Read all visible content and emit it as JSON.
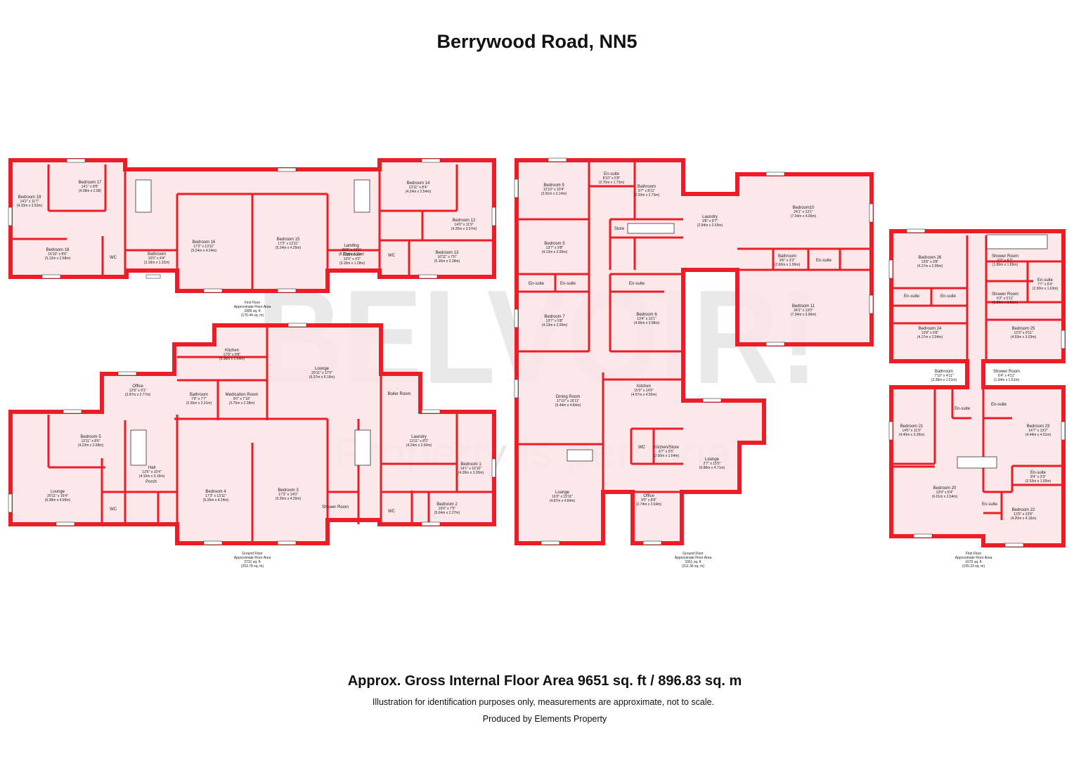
{
  "title": "Berrywood Road, NN5",
  "watermark": {
    "brand": "BELVOIR!",
    "tagline": "Property is personal"
  },
  "footer": {
    "area": "Approx. Gross Internal Floor Area 9651 sq. ft / 896.83 sq. m",
    "disclaimer": "Illustration for identification purposes only, measurements are approximate, not to scale.",
    "producer": "Produced by Elements Property"
  },
  "colors": {
    "wall": "#ee1c25",
    "room_fill": "#fbe4e6",
    "window": "#ffffff"
  },
  "floors": [
    {
      "id": "b1-first",
      "lines": [
        "First Floor",
        "Approximate Floor Area",
        "1899 sq. ft",
        "(176.44 sq. m)"
      ]
    },
    {
      "id": "b1-ground",
      "lines": [
        "Ground Floor",
        "Approximate Floor Area",
        "2731 sq. ft",
        "(253.78 sq. m)"
      ]
    },
    {
      "id": "b2-ground",
      "lines": [
        "Ground Floor",
        "Approximate Floor Area",
        "3351 sq. ft",
        "(311.36 sq. m)"
      ]
    },
    {
      "id": "b2-first",
      "lines": [
        "First Floor",
        "Approximate Floor Area",
        "1670 sq. ft",
        "(155.23 sq. m)"
      ]
    }
  ],
  "rooms": [
    {
      "name": "Bedroom 19",
      "dims": [
        "14'2\" x 11'7\"",
        "(4.33m x 3.52m)"
      ]
    },
    {
      "name": "Bedroom 17",
      "dims": [
        "14'1\" x 8'6\"",
        "(4.28m x 2.58)"
      ]
    },
    {
      "name": "Bedroom 18",
      "dims": [
        "16'10\" x 8'6\"",
        "(5.12m x 2.58m)"
      ]
    },
    {
      "name": "WC",
      "dims": []
    },
    {
      "name": "Bathroom",
      "dims": [
        "10'5\" x 4'4\"",
        "(3.18m x 1.32m)"
      ]
    },
    {
      "name": "Bedroom 16",
      "dims": [
        "17'2\" x 13'11\"",
        "(5.24m x 4.24m)"
      ]
    },
    {
      "name": "Bedroom 15",
      "dims": [
        "17'2\" x 13'11\"",
        "(5.24m x 4.25m)"
      ]
    },
    {
      "name": "Landing",
      "dims": [
        "28'9\" x 13'6\"",
        "(8.77m x 4.11m)"
      ]
    },
    {
      "name": "Bathroom",
      "dims": [
        "10'5\" x 4'2\"",
        "(3.18m x 1.28m)"
      ]
    },
    {
      "name": "Bedroom 14",
      "dims": [
        "13'11\" x 8'4\"",
        "(4.24m x 2.54m)"
      ]
    },
    {
      "name": "Bedroom 12",
      "dims": [
        "14'0\" x 11'9\"",
        "(4.26m x 3.57m)"
      ]
    },
    {
      "name": "WC",
      "dims": []
    },
    {
      "name": "Bedroom 13",
      "dims": [
        "16'11\" x 7'6\"",
        "(5.16m x 2.28m)"
      ]
    },
    {
      "name": "Kitchen",
      "dims": [
        "17'8\" x 8'8\"",
        "(5.38m x 2.64m)"
      ]
    },
    {
      "name": "Lounge",
      "dims": [
        "20'11\" x 17'0\"",
        "(6.37m x 5.19m)"
      ]
    },
    {
      "name": "Office",
      "dims": [
        "12'8\" x 9'1\"",
        "(3.87m x 2.77m)"
      ]
    },
    {
      "name": "Bathroom",
      "dims": [
        "7'9\" x 7'7\"",
        "(2.36m x 2.31m)"
      ]
    },
    {
      "name": "Medication Room",
      "dims": [
        "9'0\" x 7'10\"",
        "(2.75m x 2.38m)"
      ]
    },
    {
      "name": "Boiler Room",
      "dims": []
    },
    {
      "name": "Bedroom 5",
      "dims": [
        "13'11\" x 8'6\"",
        "(4.23m x 2.58m)"
      ]
    },
    {
      "name": "Lounge",
      "dims": [
        "20'11\" x 16'4\"",
        "(6.38m x 4.99m)"
      ]
    },
    {
      "name": "Hall",
      "dims": [
        "13'5\" x 10'4\"",
        "(4.10m x 3.16m)"
      ]
    },
    {
      "name": "Porch",
      "dims": []
    },
    {
      "name": "WC",
      "dims": []
    },
    {
      "name": "Bedroom 4",
      "dims": [
        "17'3\" x 13'11\"",
        "(5.26m x 4.24m)"
      ]
    },
    {
      "name": "Bedroom 3",
      "dims": [
        "17'3\" x 14'0\"",
        "(5.26m x 4.26m)"
      ]
    },
    {
      "name": "Shower Room",
      "dims": []
    },
    {
      "name": "Laundry",
      "dims": [
        "13'11\" x 8'2\"",
        "(4.24m x 2.50m)"
      ]
    },
    {
      "name": "Bedroom 1",
      "dims": [
        "14'1\" x 10'10\"",
        "(4.28m x 3.30m)"
      ]
    },
    {
      "name": "WC",
      "dims": []
    },
    {
      "name": "Bedroom 2",
      "dims": [
        "16'6\" x 7'5\"",
        "(5.04m x 2.27m)"
      ]
    },
    {
      "name": "Bedroom 9",
      "dims": [
        "12'10\" x 10'4\"",
        "(3.91m x 3.14m)"
      ]
    },
    {
      "name": "En-suite",
      "dims": [
        "8'10\" x 5'8\"",
        "(2.70m x 1.73m)"
      ]
    },
    {
      "name": "Bathroom",
      "dims": [
        "9'7\" x 8'11\"",
        "(2.93m x 2.73m)"
      ]
    },
    {
      "name": "Store",
      "dims": []
    },
    {
      "name": "Bedroom 5",
      "dims": [
        "13'7\" x 9'8\"",
        "(4.13m x 2.95m)"
      ]
    },
    {
      "name": "En-suite",
      "dims": []
    },
    {
      "name": "En-suite",
      "dims": []
    },
    {
      "name": "Bedroom 7",
      "dims": [
        "13'7\" x 9'8\"",
        "(4.13m x 2.95m)"
      ]
    },
    {
      "name": "Laundry",
      "dims": [
        "9'8\" x 9'7\"",
        "(2.94m x 2.93m)"
      ]
    },
    {
      "name": "Bedroom10",
      "dims": [
        "24'1\" x 13'1\"",
        "(7.34m x 4.00m)"
      ]
    },
    {
      "name": "Bathroom",
      "dims": [
        "8'6\" x 3'3\"",
        "(2.60m x 1.99m)"
      ]
    },
    {
      "name": "En-suite",
      "dims": []
    },
    {
      "name": "Bedroom 11",
      "dims": [
        "24'1\" x 13'0\"",
        "(7.34m x 3.96m)"
      ]
    },
    {
      "name": "En-suite",
      "dims": []
    },
    {
      "name": "Bedroom 6",
      "dims": [
        "13'4\" x 13'1\"",
        "(4.06m x 3.98m)"
      ]
    },
    {
      "name": "Dining Room",
      "dims": [
        "17'10\" x 15'11\"",
        "(5.44m x 4.84m)"
      ]
    },
    {
      "name": "Kitchen",
      "dims": [
        "15'0\" x 14'9\"",
        "(4.57m x 4.50m)"
      ]
    },
    {
      "name": "WC",
      "dims": []
    },
    {
      "name": "Kitchen/Store",
      "dims": [
        "6'7\" x 5'5\"",
        "(2.00m x 1.64m)"
      ]
    },
    {
      "name": "Lounge",
      "dims": [
        "16'0\" x 15'11\"",
        "(4.87m x 4.84m)"
      ]
    },
    {
      "name": "Lounge",
      "dims": [
        "2'7\" x 15'5\"",
        "(6.88m x 4.71m)"
      ]
    },
    {
      "name": "Office",
      "dims": [
        "9'0\" x 8'8\"",
        "(2.74m x 2.64m)"
      ]
    },
    {
      "name": "Bedroom 26",
      "dims": [
        "13'8\" x 9'8\"",
        "(4.17m x 2.95m)"
      ]
    },
    {
      "name": "Shower Room",
      "dims": [
        "6'2\" x 6'2\"",
        "(1.89m x 1.89m)"
      ]
    },
    {
      "name": "En-suite",
      "dims": [
        "7'7\" x 5'4\"",
        "(2.30m x 1.63m)"
      ]
    },
    {
      "name": "Shower Room",
      "dims": [
        "6'2\" x 5'11\"",
        "(1.89m x 1.81m)"
      ]
    },
    {
      "name": "En-suite",
      "dims": []
    },
    {
      "name": "En-suite",
      "dims": []
    },
    {
      "name": "Bedroom 24",
      "dims": [
        "13'8\" x 9'8\"",
        "(4.17m x 2.94m)"
      ]
    },
    {
      "name": "Bedroom 25",
      "dims": [
        "13'3\" x 9'11\"",
        "(4.03m x 3.03m)"
      ]
    },
    {
      "name": "Bathroom",
      "dims": [
        "7'10\" x 4'11\"",
        "(2.38m x 1.51m)"
      ]
    },
    {
      "name": "Shower Room",
      "dims": [
        "6'4\" x 4'11\"",
        "(1.94m x 1.51m)"
      ]
    },
    {
      "name": "En-suite",
      "dims": []
    },
    {
      "name": "En-suite",
      "dims": []
    },
    {
      "name": "Bedroom 21",
      "dims": [
        "14'5\" x 11'0\"",
        "(4.40m x 3.35m)"
      ]
    },
    {
      "name": "Bedroom 23",
      "dims": [
        "14'7\" x 13'2\"",
        "(4.44m x 4.01m)"
      ]
    },
    {
      "name": "Bedroom 20",
      "dims": [
        "19'9\" x 8'4\"",
        "(6.01m x 2.54m)"
      ]
    },
    {
      "name": "En-suite",
      "dims": [
        "8'4\" x 3'3\"",
        "(2.53m x 1.00m)"
      ]
    },
    {
      "name": "En-suite",
      "dims": []
    },
    {
      "name": "Bedroom 22",
      "dims": [
        "13'9\" x 13'8\"",
        "(4.20m x 4.16m)"
      ]
    }
  ]
}
